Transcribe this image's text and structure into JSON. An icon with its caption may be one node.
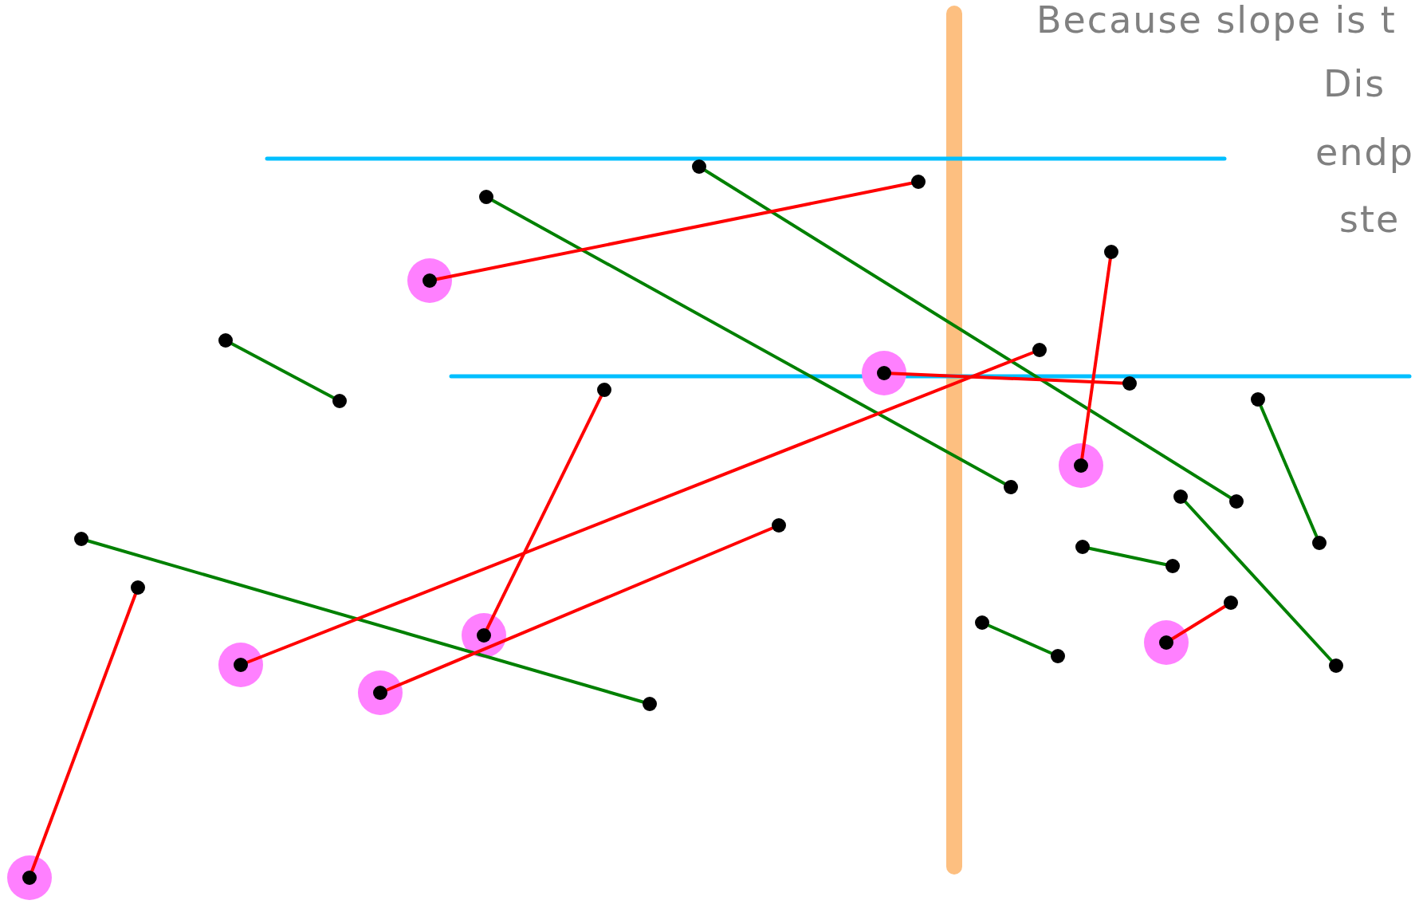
{
  "diagram": {
    "labels": [
      "Because slope is t",
      "Dis",
      "endp",
      "ste"
    ]
  }
}
